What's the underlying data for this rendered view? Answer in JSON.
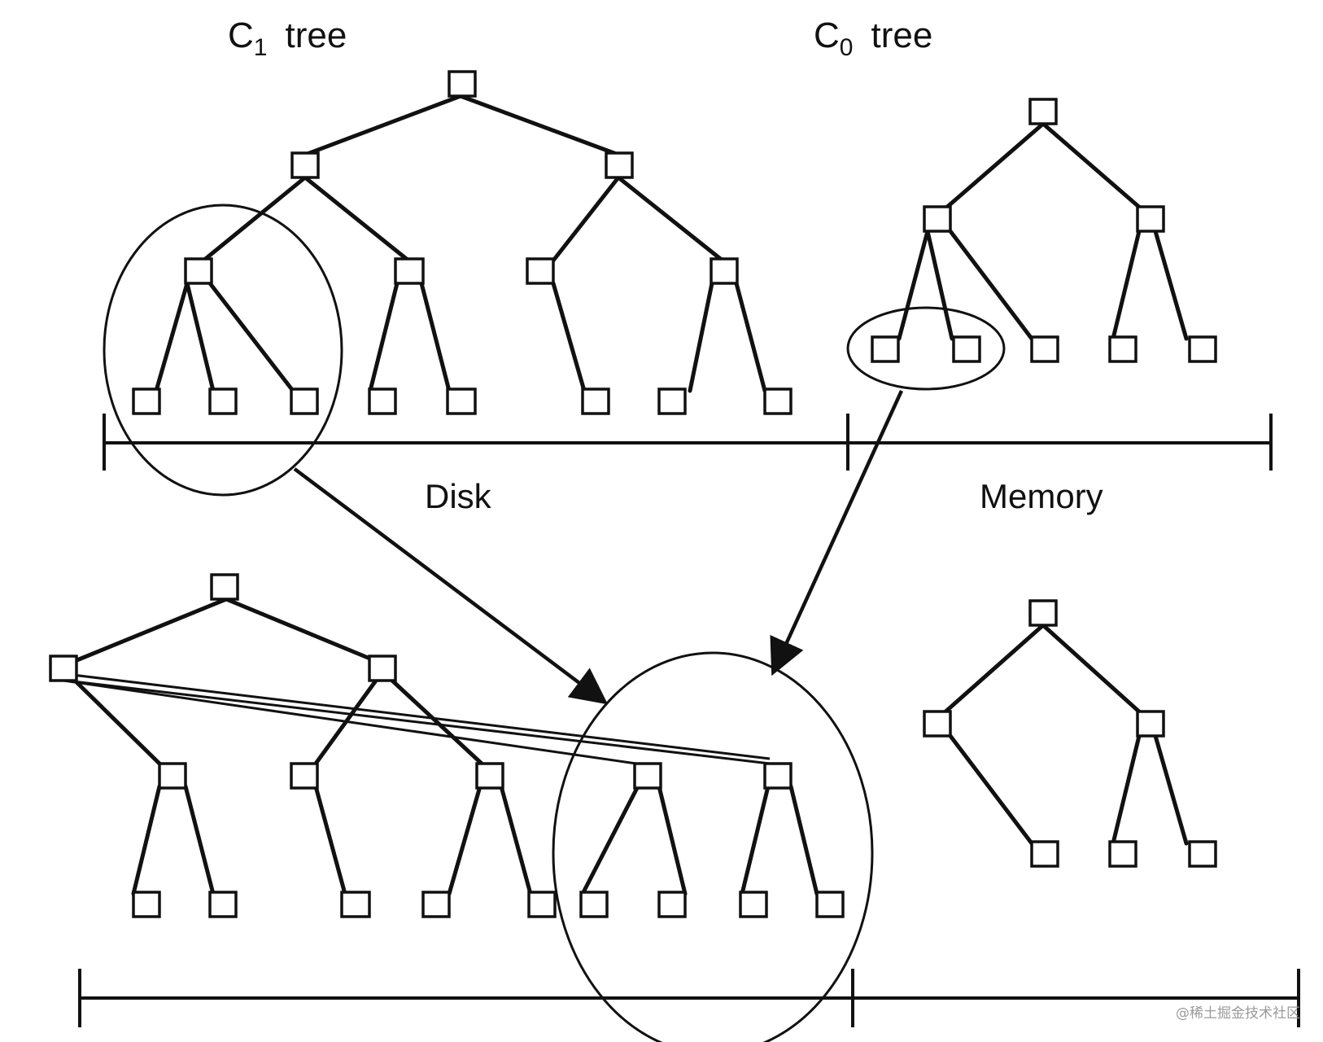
{
  "labels": {
    "c1_tree": {
      "main": "C",
      "sub": "1",
      "word": "tree"
    },
    "c0_tree": {
      "main": "C",
      "sub": "0",
      "word": "tree"
    },
    "disk": "Disk",
    "memory": "Memory"
  },
  "watermark": "@稀土掘金技术社区",
  "colors": {
    "line": "#111111",
    "background": "#ffffff",
    "watermark": "#9a9a9a"
  }
}
